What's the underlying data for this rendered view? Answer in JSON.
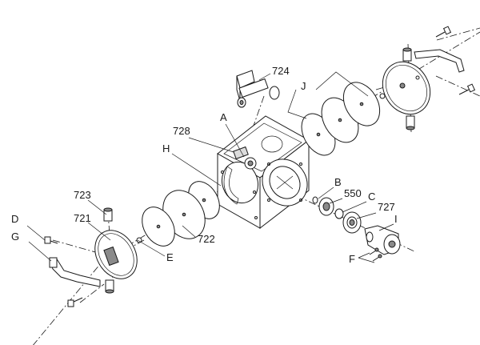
{
  "labels": {
    "l724": "724",
    "lJ": "J",
    "l728": "728",
    "lA": "A",
    "lH": "H",
    "lB": "B",
    "l550": "550",
    "lC": "C",
    "l727": "727",
    "lI": "I",
    "l723": "723",
    "lD": "D",
    "l721": "721",
    "lG": "G",
    "lE": "E",
    "l722": "722",
    "lF": "F"
  },
  "colors": {
    "ink": "#1a1a1a",
    "background": "#ffffff"
  }
}
